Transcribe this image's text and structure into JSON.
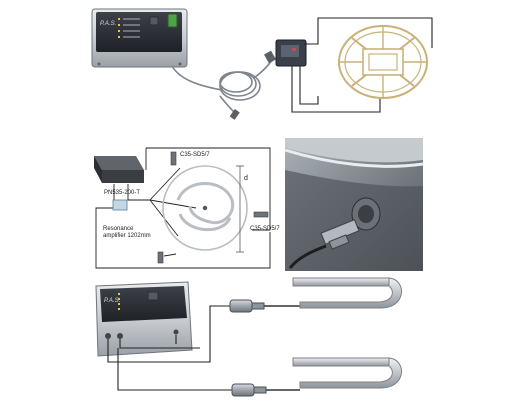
{
  "labels": {
    "sensor_top": "C35-SD5/7",
    "sensor_bottom": "C35-SD5/7",
    "resonance_line1": "Resonance",
    "resonance_line2": "amplifier 1202mm",
    "dimension": "d",
    "module": "PN535-200-T"
  },
  "device": {
    "brand": "P.A.S."
  },
  "colors": {
    "wire": "#222222",
    "gold_coil": "#c9b27a",
    "steel": "#b9bec4",
    "photo_bg": "#8e959b"
  }
}
